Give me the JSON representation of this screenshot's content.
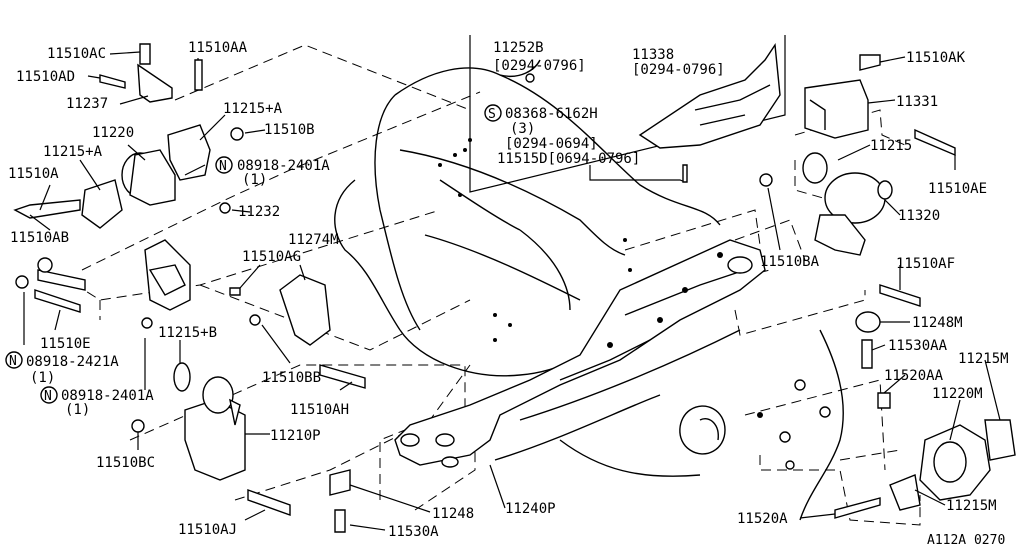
{
  "diagram": {
    "code": "A112A 0270",
    "inset": {
      "lines": [
        {
          "key": "i1",
          "text": "11252B"
        },
        {
          "key": "i2",
          "text": "[0294-0796]"
        },
        {
          "key": "i3",
          "text": "11338"
        },
        {
          "key": "i4",
          "text": "[0294-0796]"
        },
        {
          "key": "i5",
          "text": "08368-6162H"
        },
        {
          "key": "i6",
          "text": "(3)"
        },
        {
          "key": "i7",
          "text": "[0294-0694]"
        },
        {
          "key": "i8",
          "text": "11515D[0694-0796]"
        }
      ],
      "marker_s": "S"
    },
    "marker_n": "N",
    "labels": [
      {
        "key": "l1",
        "text": "11510AC"
      },
      {
        "key": "l2",
        "text": "11510AA"
      },
      {
        "key": "l3",
        "text": "11510AD"
      },
      {
        "key": "l4",
        "text": "11237"
      },
      {
        "key": "l5",
        "text": "11215+A"
      },
      {
        "key": "l6",
        "text": "11220"
      },
      {
        "key": "l7",
        "text": "11510B"
      },
      {
        "key": "l8",
        "text": "11215+A"
      },
      {
        "key": "l9",
        "text": "08918-2401A"
      },
      {
        "key": "l10",
        "text": "(1)"
      },
      {
        "key": "l11",
        "text": "11510A"
      },
      {
        "key": "l12",
        "text": "11232"
      },
      {
        "key": "l13",
        "text": "11510AB"
      },
      {
        "key": "l14",
        "text": "11274M"
      },
      {
        "key": "l15",
        "text": "11510AG"
      },
      {
        "key": "l16",
        "text": "11510E"
      },
      {
        "key": "l17",
        "text": "11215+B"
      },
      {
        "key": "l18",
        "text": "08918-2421A"
      },
      {
        "key": "l19",
        "text": "(1)"
      },
      {
        "key": "l20",
        "text": "11510BB"
      },
      {
        "key": "l21",
        "text": "08918-2401A"
      },
      {
        "key": "l22",
        "text": "(1)"
      },
      {
        "key": "l23",
        "text": "11510AH"
      },
      {
        "key": "l24",
        "text": "11210P"
      },
      {
        "key": "l25",
        "text": "11510BC"
      },
      {
        "key": "l26",
        "text": "11248"
      },
      {
        "key": "l27",
        "text": "11240P"
      },
      {
        "key": "l28",
        "text": "11510AJ"
      },
      {
        "key": "l29",
        "text": "11530A"
      },
      {
        "key": "l30",
        "text": "11510AK"
      },
      {
        "key": "l31",
        "text": "11331"
      },
      {
        "key": "l32",
        "text": "11215"
      },
      {
        "key": "l33",
        "text": "11510AE"
      },
      {
        "key": "l34",
        "text": "11320"
      },
      {
        "key": "l35",
        "text": "11510BA"
      },
      {
        "key": "l36",
        "text": "11510AF"
      },
      {
        "key": "l37",
        "text": "11248M"
      },
      {
        "key": "l38",
        "text": "11530AA"
      },
      {
        "key": "l39",
        "text": "11215M"
      },
      {
        "key": "l40",
        "text": "11520AA"
      },
      {
        "key": "l41",
        "text": "11220M"
      },
      {
        "key": "l42",
        "text": "11215M"
      },
      {
        "key": "l43",
        "text": "11520A"
      }
    ]
  }
}
